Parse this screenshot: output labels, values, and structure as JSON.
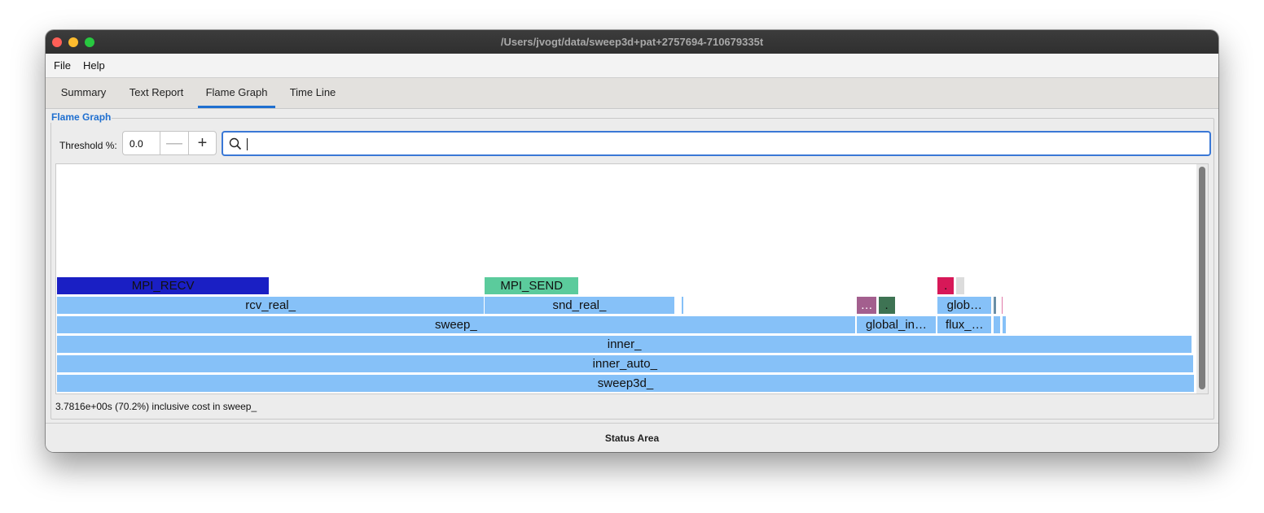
{
  "window": {
    "title": "/Users/jvogt/data/sweep3d+pat+2757694-710679335t"
  },
  "menu": {
    "file": "File",
    "help": "Help"
  },
  "tabs": [
    {
      "label": "Summary",
      "active": false
    },
    {
      "label": "Text Report",
      "active": false
    },
    {
      "label": "Flame Graph",
      "active": true
    },
    {
      "label": "Time Line",
      "active": false
    }
  ],
  "flame_graph": {
    "group_title": "Flame Graph",
    "threshold_label": "Threshold %:",
    "threshold_value": "0.0",
    "search_placeholder": "",
    "frames": [
      {
        "label": "MPI_RECV",
        "color": "#1a1fc4",
        "text_color": "#111111",
        "level": 5,
        "start": 0.0,
        "width": 0.187
      },
      {
        "label": "MPI_SEND",
        "color": "#5bcb9c",
        "text_color": "#111111",
        "level": 5,
        "start": 0.376,
        "width": 0.083
      },
      {
        "label": ".",
        "color": "#d71858",
        "text_color": "#111111",
        "level": 5,
        "start": 0.774,
        "width": 0.015
      },
      {
        "label": "",
        "color": "#dcdcdc",
        "text_color": "#111111",
        "level": 5,
        "start": 0.79,
        "width": 0.008
      },
      {
        "label": "rcv_real_",
        "color": "#86c1f8",
        "text_color": "#111111",
        "level": 4,
        "start": 0.0,
        "width": 0.376
      },
      {
        "label": "snd_real_",
        "color": "#86c1f8",
        "text_color": "#111111",
        "level": 4,
        "start": 0.376,
        "width": 0.167
      },
      {
        "label": "",
        "color": "#86c1f8",
        "text_color": "#111111",
        "level": 4,
        "start": 0.549,
        "width": 0.002
      },
      {
        "label": "…",
        "color": "#a35f8e",
        "text_color": "#ffffff",
        "level": 4,
        "start": 0.703,
        "width": 0.018
      },
      {
        "label": ".",
        "color": "#3e7353",
        "text_color": "#111111",
        "level": 4,
        "start": 0.722,
        "width": 0.015
      },
      {
        "label": "glob…",
        "color": "#86c1f8",
        "text_color": "#111111",
        "level": 4,
        "start": 0.774,
        "width": 0.048
      },
      {
        "label": "",
        "color": "#6a8fa6",
        "text_color": "#111111",
        "level": 4,
        "start": 0.823,
        "width": 0.003
      },
      {
        "label": "",
        "color": "#e07aa8",
        "text_color": "#111111",
        "level": 4,
        "start": 0.83,
        "width": 0.002
      },
      {
        "label": "sweep_",
        "color": "#86c1f8",
        "text_color": "#111111",
        "level": 3,
        "start": 0.0,
        "width": 0.702
      },
      {
        "label": "global_in…",
        "color": "#86c1f8",
        "text_color": "#111111",
        "level": 3,
        "start": 0.703,
        "width": 0.07
      },
      {
        "label": "flux_…",
        "color": "#86c1f8",
        "text_color": "#111111",
        "level": 3,
        "start": 0.774,
        "width": 0.048
      },
      {
        "label": "",
        "color": "#86c1f8",
        "text_color": "#111111",
        "level": 3,
        "start": 0.823,
        "width": 0.007
      },
      {
        "label": "",
        "color": "#86c1f8",
        "text_color": "#111111",
        "level": 3,
        "start": 0.831,
        "width": 0.004
      },
      {
        "label": "inner_",
        "color": "#86c1f8",
        "text_color": "#111111",
        "level": 2,
        "start": 0.0,
        "width": 0.998
      },
      {
        "label": "inner_auto_",
        "color": "#86c1f8",
        "text_color": "#111111",
        "level": 1,
        "start": 0.0,
        "width": 0.999
      },
      {
        "label": "sweep3d_",
        "color": "#86c1f8",
        "text_color": "#111111",
        "level": 0,
        "start": 0.0,
        "width": 1.0
      }
    ],
    "status_line": "3.7816e+00s (70.2%) inclusive cost in sweep_"
  },
  "status_area": "Status Area"
}
